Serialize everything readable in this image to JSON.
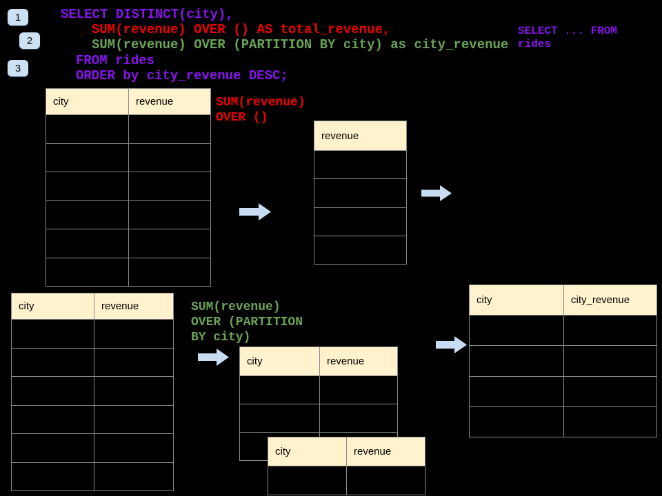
{
  "slide": {
    "background": "#000000"
  },
  "badges": [
    {
      "label": "1"
    },
    {
      "label": "2"
    },
    {
      "label": "3"
    }
  ],
  "code": {
    "lines": [
      {
        "text": "SELECT DISTINCT(city),",
        "color": "#8714EB",
        "role": "select-clause"
      },
      {
        "text": "SUM(revenue) OVER () AS total_revenue,",
        "color": "#EE0000",
        "role": "window-total"
      },
      {
        "text": "SUM(revenue) OVER (PARTITION BY city) as city_revenue",
        "color": "#6BA457",
        "role": "window-partition"
      },
      {
        "text": "FROM rides",
        "color": "#8714EB",
        "role": "from-clause"
      },
      {
        "text": "ORDER by city_revenue DESC;",
        "color": "#8714EB",
        "role": "order-clause"
      }
    ]
  },
  "side_note": {
    "lines": [
      "SELECT ... FROM",
      "rides"
    ],
    "color": "#8714EB"
  },
  "annotations": {
    "total_revenue": {
      "lines": [
        "SUM(revenue)",
        "OVER ()"
      ],
      "color": "#EE0000"
    },
    "partition": {
      "lines": [
        "SUM(revenue)",
        "OVER (PARTITION",
        "BY city)"
      ],
      "color": "#6BA457"
    }
  },
  "tables": {
    "source_top": {
      "headers": [
        "city",
        "revenue"
      ],
      "body_rows": 6
    },
    "total_result": {
      "headers": [
        "revenue"
      ],
      "body_rows": 4
    },
    "source_bottom": {
      "headers": [
        "city",
        "revenue"
      ],
      "body_rows": 6
    },
    "partition_input": {
      "headers": [
        "city",
        "revenue"
      ],
      "body_rows": 3
    },
    "partition_overlay": {
      "headers": [
        "city",
        "revenue"
      ],
      "body_rows": 1
    },
    "partition_result": {
      "headers": [
        "city",
        "city_revenue"
      ],
      "body_rows": 4
    }
  },
  "colors": {
    "table_header_fill": "#FFF2CC",
    "table_border": "#8A8A8A",
    "arrow_fill": "#C9DDF2",
    "badge_fill": "#CCE2F3",
    "code_purple": "#8714EB",
    "code_red": "#EE0000",
    "code_green": "#6BA457"
  }
}
